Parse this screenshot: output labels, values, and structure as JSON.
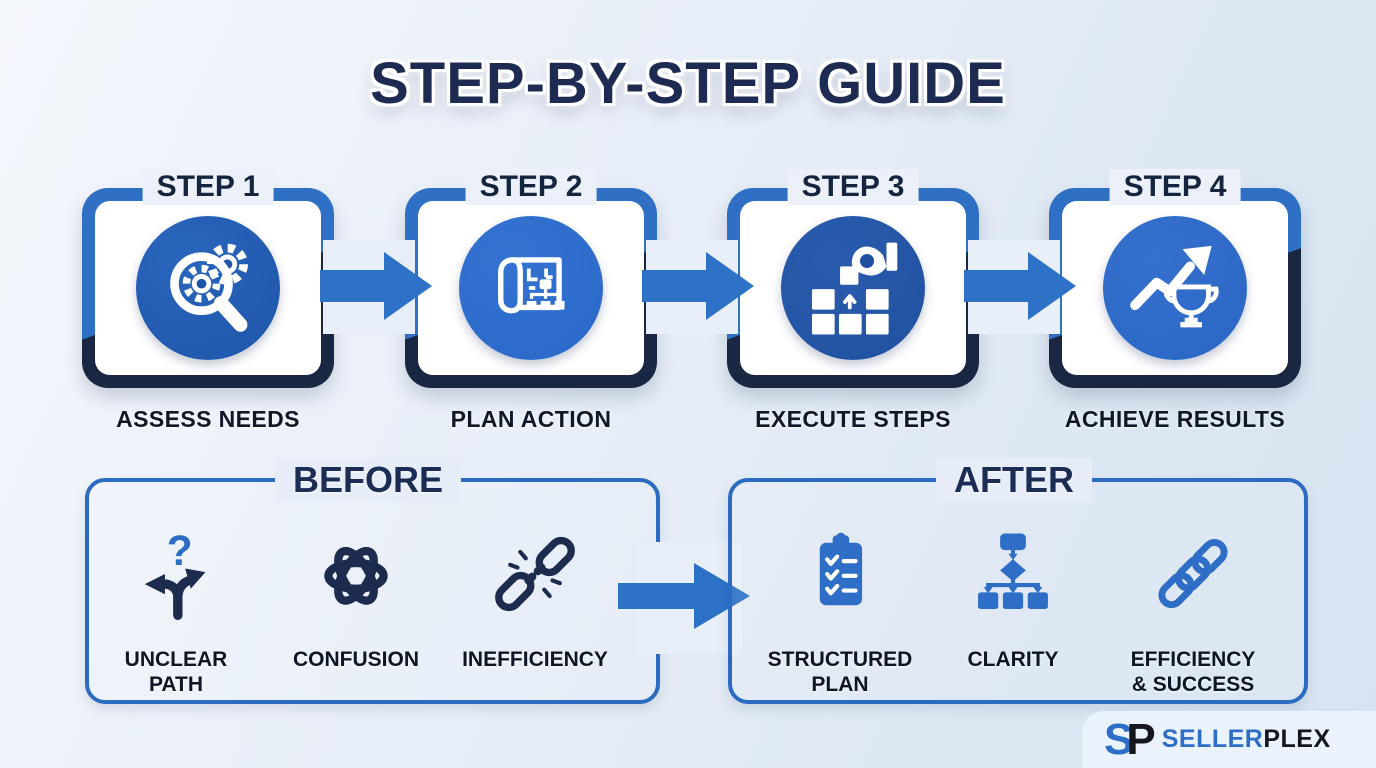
{
  "title": "STEP-BY-STEP GUIDE",
  "steps": [
    {
      "step_label": "STEP 1",
      "caption": "ASSESS NEEDS",
      "icon": "magnifier-gears-icon"
    },
    {
      "step_label": "STEP 2",
      "caption": "PLAN ACTION",
      "icon": "blueprint-plan-icon"
    },
    {
      "step_label": "STEP 3",
      "caption": "EXECUTE STEPS",
      "icon": "hand-building-blocks-icon"
    },
    {
      "step_label": "STEP 4",
      "caption": "ACHIEVE RESULTS",
      "icon": "growth-arrow-trophy-icon"
    }
  ],
  "before": {
    "title": "BEFORE",
    "items": [
      {
        "label": "UNCLEAR\nPATH",
        "icon": "forked-path-question-icon"
      },
      {
        "label": "CONFUSION",
        "icon": "tangled-knot-icon"
      },
      {
        "label": "INEFFICIENCY",
        "icon": "broken-chain-icon"
      }
    ]
  },
  "after": {
    "title": "AFTER",
    "items": [
      {
        "label": "STRUCTURED\nPLAN",
        "icon": "checklist-clipboard-icon"
      },
      {
        "label": "CLARITY",
        "icon": "flowchart-icon"
      },
      {
        "label": "EFFICIENCY\n& SUCCESS",
        "icon": "linked-chain-icon"
      }
    ]
  },
  "logo": {
    "monogram_s": "S",
    "monogram_p": "P",
    "brand_primary": "SELLER",
    "brand_secondary": "PLEX"
  },
  "colors": {
    "accent_blue": "#2e72c8",
    "dark_navy": "#1a2742",
    "title_navy": "#1d2b52",
    "icon_navy": "#1d2b4e",
    "icon_blue": "#2e6ec6",
    "background": "#e9eff8"
  }
}
